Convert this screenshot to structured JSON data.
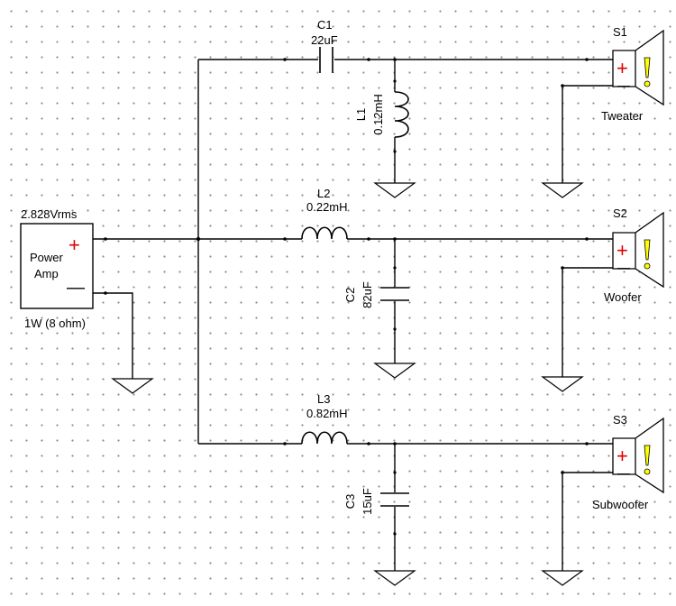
{
  "source": {
    "voltage": "2.828Vrms",
    "name_line1": "Power",
    "name_line2": "Amp",
    "impedance": "1W (8 ohm)",
    "plus": "+",
    "minus": "—"
  },
  "components": {
    "c1": {
      "ref": "C1",
      "value": "22uF"
    },
    "l1": {
      "ref": "L1",
      "value": "0.12mH"
    },
    "l2": {
      "ref": "L2",
      "value": "0.22mH"
    },
    "c2": {
      "ref": "C2",
      "value": "82uF"
    },
    "l3": {
      "ref": "L3",
      "value": "0.82mH"
    },
    "c3": {
      "ref": "C3",
      "value": "15uF"
    }
  },
  "speakers": [
    {
      "ref": "S1",
      "label": "Tweater",
      "plus": "+",
      "minus": "—"
    },
    {
      "ref": "S2",
      "label": "Woofer",
      "plus": "+",
      "minus": "—"
    },
    {
      "ref": "S3",
      "label": "Subwoofer",
      "plus": "+",
      "minus": "—"
    }
  ],
  "colors": {
    "plus_sign": "#e00000",
    "warning_bar": "#ffff00",
    "wire": "#000000"
  }
}
